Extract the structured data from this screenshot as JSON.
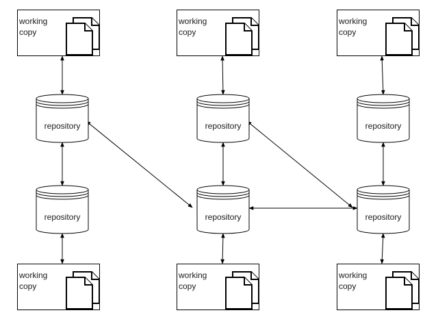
{
  "working_copy_label_line1": "working",
  "working_copy_label_line2": "copy",
  "repository_label": "repository",
  "working_copies": [
    {
      "id": "wc-top-left"
    },
    {
      "id": "wc-top-center"
    },
    {
      "id": "wc-top-right"
    },
    {
      "id": "wc-bottom-left"
    },
    {
      "id": "wc-bottom-center"
    },
    {
      "id": "wc-bottom-right"
    }
  ],
  "repositories": [
    {
      "id": "repo-left-upper"
    },
    {
      "id": "repo-left-lower"
    },
    {
      "id": "repo-center-upper"
    },
    {
      "id": "repo-center-lower"
    },
    {
      "id": "repo-right-upper"
    },
    {
      "id": "repo-right-lower"
    }
  ],
  "connections": [
    {
      "from": "wc-top-left",
      "to": "repo-left-upper"
    },
    {
      "from": "repo-left-upper",
      "to": "repo-left-lower"
    },
    {
      "from": "repo-left-lower",
      "to": "wc-bottom-left"
    },
    {
      "from": "repo-left-upper",
      "to": "repo-center-lower"
    },
    {
      "from": "wc-top-center",
      "to": "repo-center-upper"
    },
    {
      "from": "repo-center-upper",
      "to": "repo-center-lower"
    },
    {
      "from": "repo-center-lower",
      "to": "wc-bottom-center"
    },
    {
      "from": "repo-center-upper",
      "to": "repo-right-lower"
    },
    {
      "from": "repo-center-lower",
      "to": "repo-right-lower"
    },
    {
      "from": "wc-top-right",
      "to": "repo-right-upper"
    },
    {
      "from": "repo-right-upper",
      "to": "repo-right-lower"
    },
    {
      "from": "repo-right-lower",
      "to": "wc-bottom-right"
    }
  ]
}
